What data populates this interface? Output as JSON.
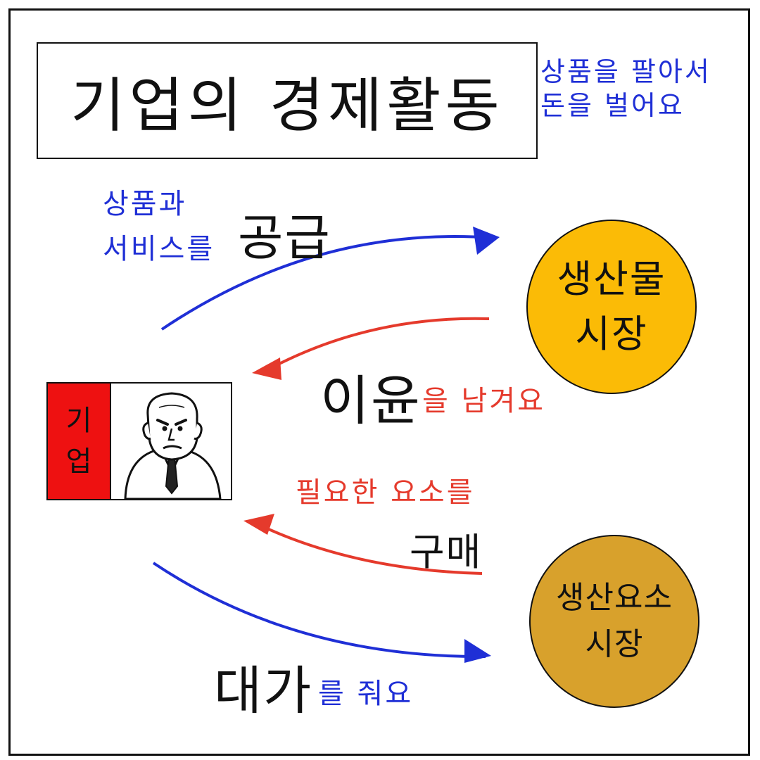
{
  "title": "기업의 경제활동",
  "side_note": {
    "line1": "상품을 팔아서",
    "line2": "돈을 벌어요"
  },
  "supply": {
    "small_line1": "상품과",
    "small_line2": "서비스를",
    "big": "공급"
  },
  "profit": {
    "big": "이윤",
    "small": "을 남겨요"
  },
  "purchase": {
    "small": "필요한 요소를",
    "big": "구매"
  },
  "pay": {
    "big": "대가",
    "small": "를 줘요"
  },
  "product_market": {
    "line1": "생산물",
    "line2": "시장",
    "color": "#fbbb06"
  },
  "factor_market": {
    "line1": "생산요소",
    "line2": "시장",
    "color": "#d8a12c"
  },
  "firm": {
    "char1": "기",
    "char2": "업",
    "color": "#ee1111"
  },
  "colors": {
    "blue": "#1f2fd6",
    "red": "#e53a2c"
  }
}
